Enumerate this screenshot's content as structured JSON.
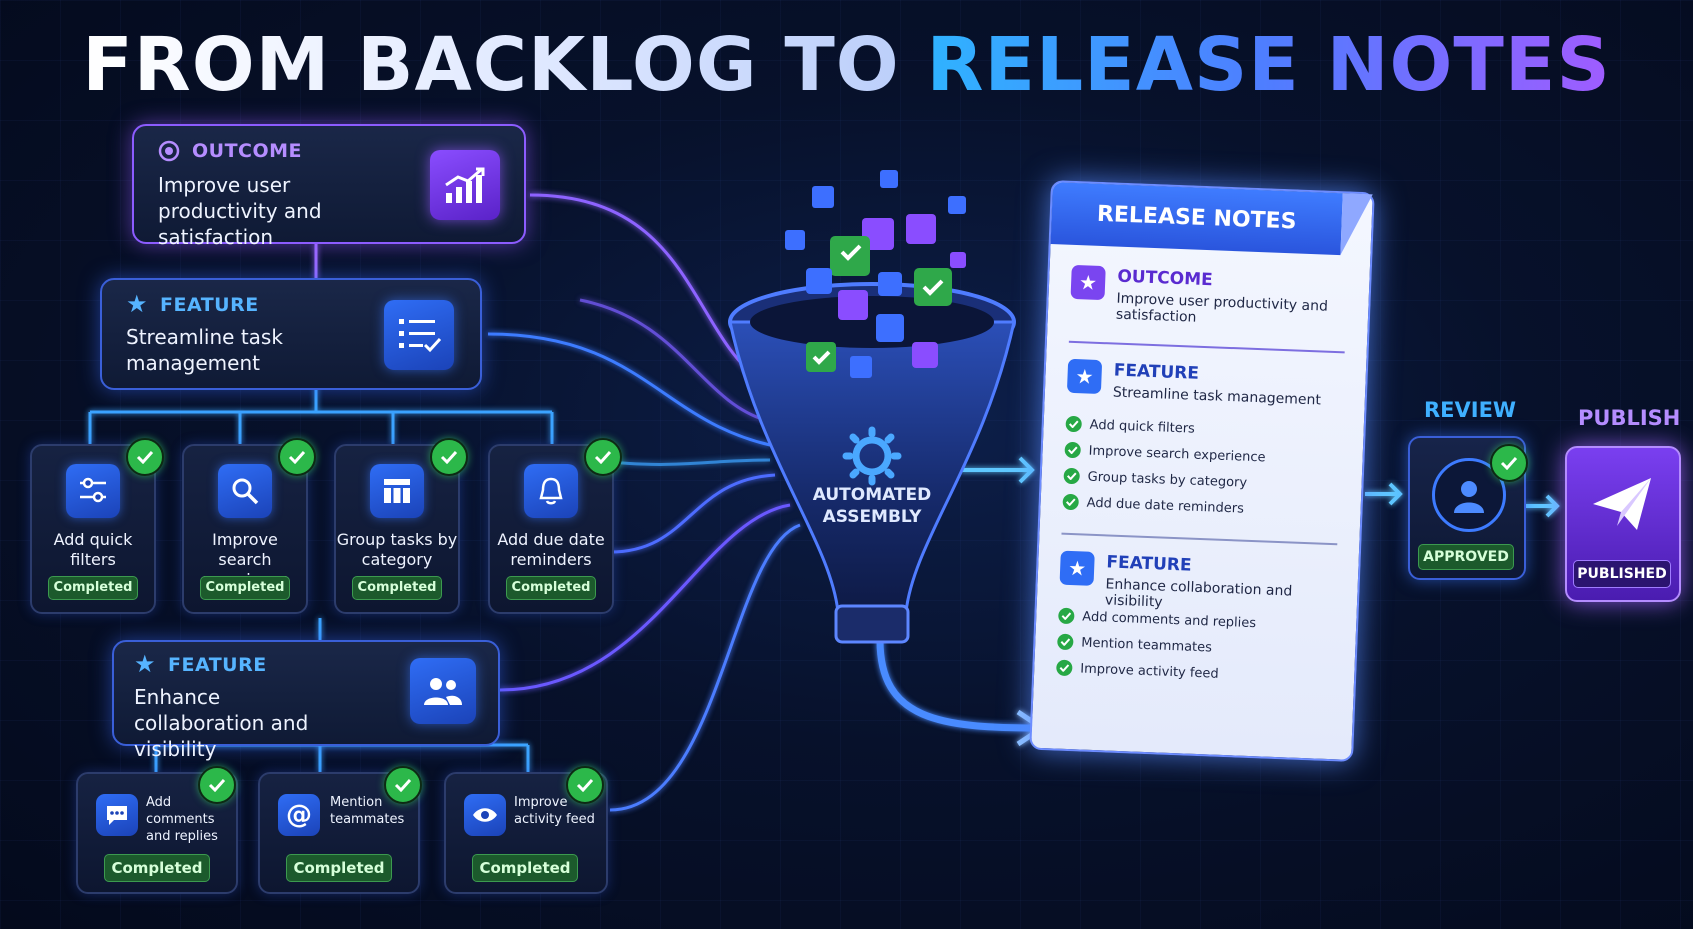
{
  "title": {
    "part1": "FROM BACKLOG TO ",
    "part2": "RELEASE NOTES"
  },
  "outcome": {
    "tag": "OUTCOME",
    "text": "Improve user productivity and satisfaction",
    "icon": "chart-up-icon"
  },
  "feature1": {
    "tag": "FEATURE",
    "text": "Streamline task management",
    "icon": "checklist-icon",
    "tasks": [
      {
        "label": "Add quick filters",
        "status": "Completed",
        "icon": "sliders-icon"
      },
      {
        "label": "Improve search experience",
        "status": "Completed",
        "icon": "search-icon"
      },
      {
        "label": "Group tasks by category",
        "status": "Completed",
        "icon": "grid-icon"
      },
      {
        "label": "Add due date reminders",
        "status": "Completed",
        "icon": "bell-icon"
      }
    ]
  },
  "feature2": {
    "tag": "FEATURE",
    "text": "Enhance collaboration and visibility",
    "icon": "users-icon",
    "tasks": [
      {
        "label": "Add comments and replies",
        "status": "Completed",
        "icon": "chat-icon"
      },
      {
        "label": "Mention teammates",
        "status": "Completed",
        "icon": "at-icon"
      },
      {
        "label": "Improve activity feed",
        "status": "Completed",
        "icon": "eye-icon"
      }
    ]
  },
  "funnel": {
    "label_line1": "AUTOMATED",
    "label_line2": "ASSEMBLY",
    "icon": "gear-icon"
  },
  "release_notes": {
    "header": "RELEASE NOTES",
    "outcome": {
      "tag": "OUTCOME",
      "text": "Improve user productivity and satisfaction"
    },
    "feature1": {
      "tag": "FEATURE",
      "text": "Streamline task management",
      "items": [
        "Add quick filters",
        "Improve search experience",
        "Group tasks by category",
        "Add due date reminders"
      ]
    },
    "feature2": {
      "tag": "FEATURE",
      "text": "Enhance collaboration and visibility",
      "items": [
        "Add comments and replies",
        "Mention teammates",
        "Improve activity feed"
      ]
    }
  },
  "review": {
    "label": "REVIEW",
    "status": "APPROVED",
    "icon": "user-icon"
  },
  "publish": {
    "label": "PUBLISH",
    "status": "PUBLISHED",
    "icon": "paper-plane-icon"
  },
  "colors": {
    "purple": "#8c5cff",
    "blue": "#3a7bff",
    "cyan": "#2fb3ff",
    "green": "#2cb84a"
  }
}
